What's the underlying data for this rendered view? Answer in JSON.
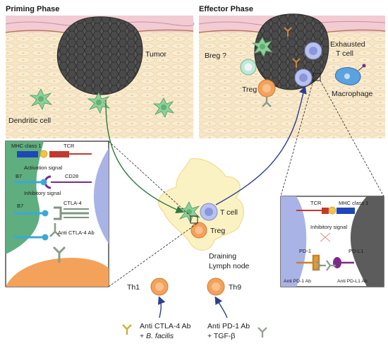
{
  "priming": {
    "title": "Priming Phase",
    "tumor": "Tumor",
    "dendritic_cell": "Dendritic cell"
  },
  "effector": {
    "title": "Effector Phase",
    "exhausted_line1": "Exhausted",
    "exhausted_line2": "T cell",
    "breg": "Breg ?",
    "treg": "Treg",
    "macrophage": "Macrophage"
  },
  "left_inset": {
    "mhc": "MHC class 1",
    "tcr": "TCR",
    "activation": "Activation signal",
    "b7_top": "B7",
    "cd28": "CD28",
    "inhibitory": "Inhibitory signal",
    "b7_bottom": "B7",
    "ctla4": "CTLA-4",
    "anti_ctla4": "Anti CTLA-4 Ab"
  },
  "lymph_node": {
    "t_cell": "T cell",
    "treg": "Treg",
    "draining_line1": "Draining",
    "draining_line2": "Lymph node"
  },
  "right_inset": {
    "tcr": "TCR",
    "mhc": "MHC class 1",
    "inhibitory": "Inhibitory signal",
    "pd1": "PD-1",
    "pdl1": "PD-L1",
    "anti_pd1": "Anti PD-1 Ab",
    "anti_pdl1": "Anti PD-L1 Ab"
  },
  "bottom": {
    "th1": "Th1",
    "th9": "Th9",
    "left_treatment_line1": "Anti CTLA-4 Ab",
    "left_treatment_plus": "+ ",
    "left_treatment_italic": "B. facilis",
    "right_treatment_line1": "Anti PD-1 Ab",
    "right_treatment_line2": "+ TGF-β"
  },
  "colors": {
    "tissue": "#f6e6c6",
    "skin_top": "#f4cfd8",
    "tumor": "#4d4d4d",
    "dendritic": "#8fcf9c",
    "tcell": "#b9c2ee",
    "treg": "#f4a15a",
    "antibody": "#8a9b8a",
    "arrow_green": "#2f7a3b",
    "arrow_blue": "#2c3e8f"
  }
}
